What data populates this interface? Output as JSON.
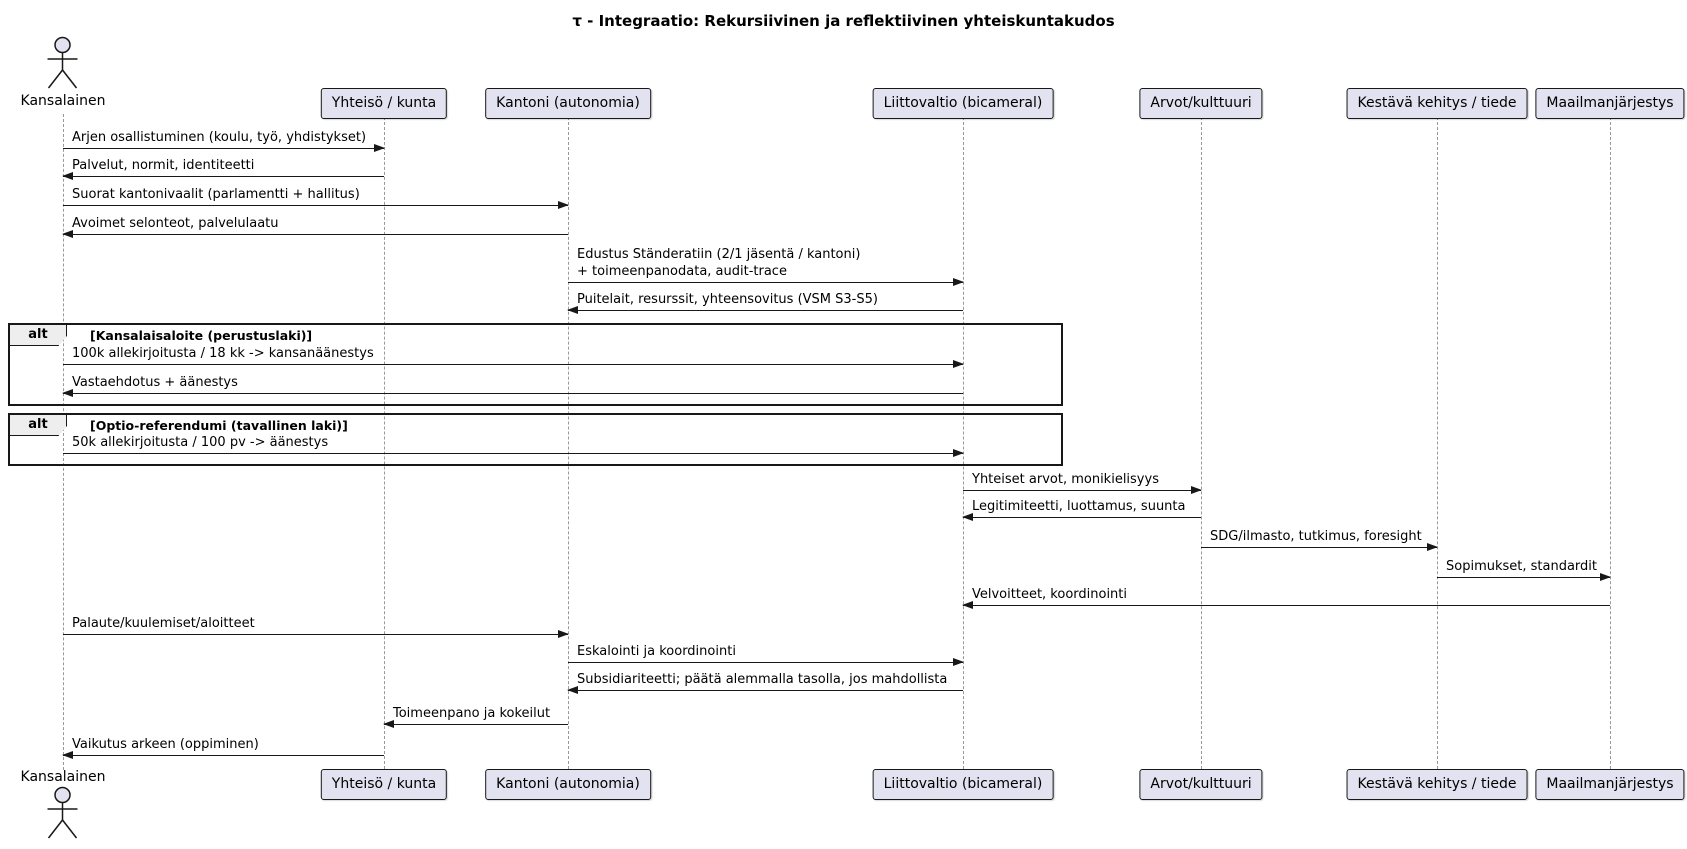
{
  "title": "τ - Integraatio: Rekursiivinen ja reflektiivinen yhteiskuntakudos",
  "participants": [
    {
      "name": "Kansalainen",
      "type": "actor"
    },
    {
      "name": "Yhteisö / kunta",
      "type": "box"
    },
    {
      "name": "Kantoni (autonomia)",
      "type": "box"
    },
    {
      "name": "Liittovaltio (bicameral)",
      "type": "box"
    },
    {
      "name": "Arvot/kulttuuri",
      "type": "box"
    },
    {
      "name": "Kestävä kehitys / tiede",
      "type": "box"
    },
    {
      "name": "Maailmanjärjestys",
      "type": "box"
    }
  ],
  "fragments": [
    {
      "operator": "alt",
      "condition": "[Kansalaisaloite (perustuslaki)]"
    },
    {
      "operator": "alt",
      "condition": "[Optio-referendumi (tavallinen laki)]"
    }
  ],
  "messages": [
    {
      "from": "Kansalainen",
      "to": "Yhteisö / kunta",
      "text": "Arjen osallistuminen (koulu, työ, yhdistykset)"
    },
    {
      "from": "Yhteisö / kunta",
      "to": "Kansalainen",
      "text": "Palvelut, normit, identiteetti"
    },
    {
      "from": "Kansalainen",
      "to": "Kantoni (autonomia)",
      "text": "Suorat kantonivaalit (parlamentti + hallitus)"
    },
    {
      "from": "Kantoni (autonomia)",
      "to": "Kansalainen",
      "text": "Avoimet selonteot, palvelulaatu"
    },
    {
      "from": "Kantoni (autonomia)",
      "to": "Liittovaltio (bicameral)",
      "text": "Edustus Ständeratiin (2/1 jäsentä / kantoni)\n+ toimeenpanodata, audit-trace"
    },
    {
      "from": "Liittovaltio (bicameral)",
      "to": "Kantoni (autonomia)",
      "text": "Puitelait, resurssit, yhteensovitus (VSM S3-S5)"
    },
    {
      "from": "Kansalainen",
      "to": "Liittovaltio (bicameral)",
      "text": "100k allekirjoitusta / 18 kk -> kansanäänestys"
    },
    {
      "from": "Liittovaltio (bicameral)",
      "to": "Kansalainen",
      "text": "Vastaehdotus + äänestys"
    },
    {
      "from": "Kansalainen",
      "to": "Liittovaltio (bicameral)",
      "text": "50k allekirjoitusta / 100 pv -> äänestys"
    },
    {
      "from": "Liittovaltio (bicameral)",
      "to": "Arvot/kulttuuri",
      "text": "Yhteiset arvot, monikielisyys"
    },
    {
      "from": "Arvot/kulttuuri",
      "to": "Liittovaltio (bicameral)",
      "text": "Legitimiteetti, luottamus, suunta"
    },
    {
      "from": "Arvot/kulttuuri",
      "to": "Kestävä kehitys / tiede",
      "text": "SDG/ilmasto, tutkimus, foresight"
    },
    {
      "from": "Kestävä kehitys / tiede",
      "to": "Maailmanjärjestys",
      "text": "Sopimukset, standardit"
    },
    {
      "from": "Maailmanjärjestys",
      "to": "Liittovaltio (bicameral)",
      "text": "Velvoitteet, koordinointi"
    },
    {
      "from": "Kansalainen",
      "to": "Kantoni (autonomia)",
      "text": "Palaute/kuulemiset/aloitteet"
    },
    {
      "from": "Kantoni (autonomia)",
      "to": "Liittovaltio (bicameral)",
      "text": "Eskalointi ja koordinointi"
    },
    {
      "from": "Liittovaltio (bicameral)",
      "to": "Kantoni (autonomia)",
      "text": "Subsidiariteetti; päätä alemmalla tasolla, jos mahdollista"
    },
    {
      "from": "Kantoni (autonomia)",
      "to": "Yhteisö / kunta",
      "text": "Toimeenpano ja kokeilut"
    },
    {
      "from": "Yhteisö / kunta",
      "to": "Kansalainen",
      "text": "Vaikutus arkeen (oppiminen)"
    }
  ],
  "colors": {
    "line": "#181818",
    "box-fill": "#E2E2F0",
    "box-border": "#181818",
    "lifeline": "#999999",
    "frame-label-fill": "#EEEEEE",
    "bg": "#FFFFFF"
  }
}
